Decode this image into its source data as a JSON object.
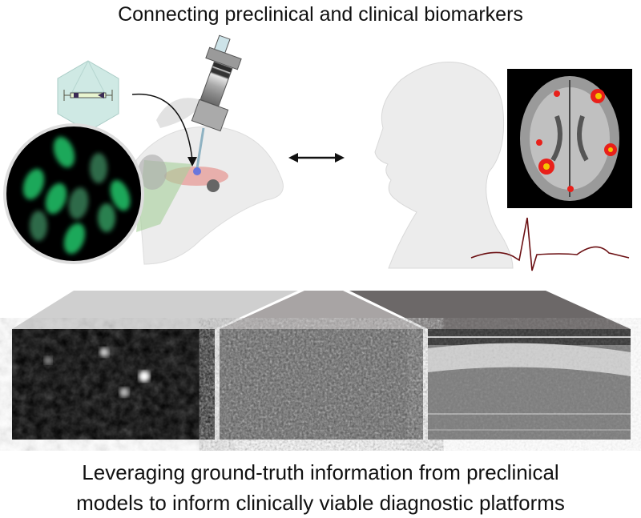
{
  "header": {
    "title": "Connecting preclinical and clinical biomarkers"
  },
  "footer": {
    "line1": "Leveraging ground-truth information from preclinical",
    "line2": "models to inform clinically viable diagnostic platforms"
  },
  "colors": {
    "fluor_green": "#1fa85a",
    "heatmap_red": "#e8201a",
    "heatmap_yellow": "#f5c400",
    "ecg": "#6b0f12"
  }
}
